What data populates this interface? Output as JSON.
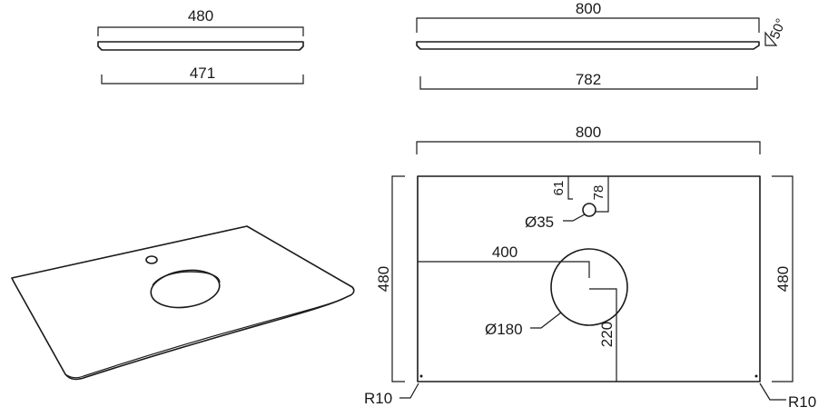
{
  "side_views": {
    "left": {
      "top_dim": "480",
      "bottom_dim": "471"
    },
    "right": {
      "top_dim": "800",
      "bottom_dim": "782",
      "angle": "50°"
    }
  },
  "plan": {
    "width": "800",
    "height_left": "480",
    "height_right": "480",
    "tap_offset_x": "61",
    "tap_offset_y": "78",
    "tap_diameter": "Ø35",
    "bowl_offset_x": "400",
    "bowl_diameter": "Ø180",
    "bowl_offset_y": "220",
    "radius_left": "R10",
    "radius_right": "R10"
  }
}
